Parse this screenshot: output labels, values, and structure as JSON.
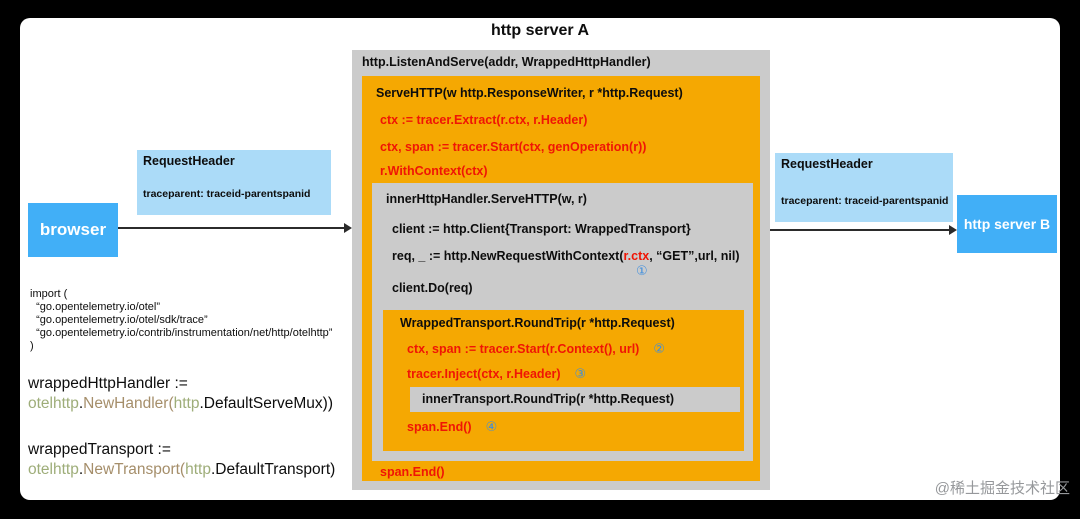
{
  "page": {
    "title": "http server A",
    "watermark": "@稀土掘金技术社区"
  },
  "colors": {
    "orange": "#f5a802",
    "gray": "#cbcbcb",
    "red_code": "#f01505",
    "marker_blue": "#3e8ede",
    "bright_blue": "#41aff7",
    "light_blue": "#abdbf8",
    "code_green": "#9ead79",
    "code_brown": "#a58e6a"
  },
  "left": {
    "browser_label": "browser",
    "request_header": {
      "title": "RequestHeader",
      "value": "traceparent: traceid-parentspanid"
    },
    "imports": [
      "import (",
      "  “go.opentelemetry.io/otel”",
      "  “go.opentelemetry.io/otel/sdk/trace”",
      "  “go.opentelemetry.io/contrib/instrumentation/net/http/otelhttp”",
      ")"
    ],
    "go_code": {
      "handler_decl": "wrappedHttpHandler :=",
      "handler_pkg": "otelhttp",
      "handler_dot": ".",
      "handler_fn": "NewHandler(",
      "handler_argpkg": "http",
      "handler_rest": ".DefaultServeMux))",
      "transport_decl": "wrappedTransport :=",
      "transport_pkg": "otelhttp",
      "transport_dot": ".",
      "transport_fn": "NewTransport(",
      "transport_argpkg": "http",
      "transport_rest": ".DefaultTransport)"
    }
  },
  "right": {
    "request_header": {
      "title": "RequestHeader",
      "value": "traceparent: traceid-parentspanid"
    },
    "server_b_label": "http server B"
  },
  "diagram": {
    "listen_and_serve": "http.ListenAndServe(addr, WrappedHttpHandler)",
    "serve_http": {
      "header": "ServeHTTP(w http.ResponseWriter, r *http.Request)",
      "line_extract": "ctx := tracer.Extract(r.ctx, r.Header)",
      "line_start": "ctx, span := tracer.Start(ctx, genOperation(r))",
      "line_with_context": "r.WithContext(ctx)",
      "line_span_end": "span.End()"
    },
    "inner_handler": {
      "header": "innerHttpHandler.ServeHTTP(w, r)",
      "line_client": "client := http.Client{Transport: WrappedTransport}",
      "req_prefix": "req, _ := http.NewRequestWithContext(",
      "req_ctx": "r.ctx",
      "req_suffix": ", “GET”,url, nil)",
      "marker1": "①",
      "line_do": "client.Do(req)"
    },
    "wrapped_transport": {
      "header": "WrappedTransport.RoundTrip(r *http.Request)",
      "line_start": "ctx, span := tracer.Start(r.Context(), url)",
      "marker2": "②",
      "line_inject": "tracer.Inject(ctx, r.Header)",
      "marker3": "③",
      "inner_bar": "innerTransport.RoundTrip(r *http.Request)",
      "line_span_end": "span.End()",
      "marker4": "④"
    }
  }
}
